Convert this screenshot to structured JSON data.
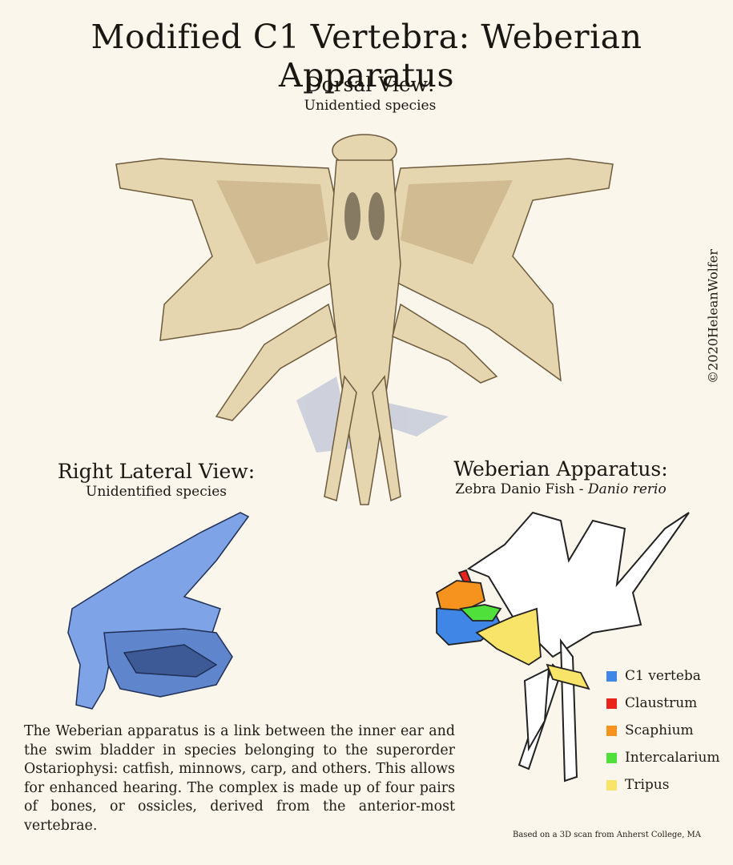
{
  "title": "Modified C1 Vertebra: Weberian Apparatus",
  "dorsal": {
    "heading": "Dorsal View:",
    "subheading": "Unidentied species"
  },
  "lateral": {
    "heading": "Right Lateral View:",
    "subheading": "Unidentified species"
  },
  "weberian": {
    "heading": "Weberian Apparatus:",
    "subheading_common": "Zebra Danio Fish - ",
    "subheading_latin": "Danio rerio"
  },
  "copyright": "©2020HeleanWolfer",
  "legend": [
    {
      "label": "C1 verteba",
      "color": "#3f86e6"
    },
    {
      "label": "Claustrum",
      "color": "#e8231c"
    },
    {
      "label": "Scaphium",
      "color": "#f5931e"
    },
    {
      "label": "Intercalarium",
      "color": "#4fe03c"
    },
    {
      "label": "Tripus",
      "color": "#f9e46a"
    }
  ],
  "description": "The Weberian apparatus is a link between the inner ear and the swim bladder in species belonging to the superorder Ostariophysi: catfish, minnows, carp, and others. This allows for enhanced hearing. The complex is made up of four pairs of bones, or ossicles, derived from the anterior-most vertebrae.",
  "credit": "Based on a 3D scan from Anherst College, MA",
  "colors": {
    "bone": "#e6d6b0",
    "bone_shade": "#bfa57a",
    "lateral_blue": "#7ea3e6",
    "lateral_dark": "#4d6faf"
  }
}
